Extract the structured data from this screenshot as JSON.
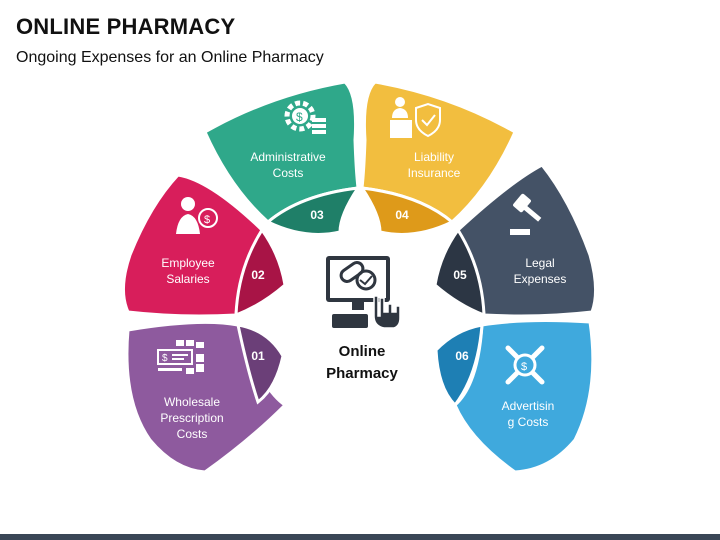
{
  "title": "ONLINE PHARMACY",
  "subtitle": "Ongoing Expenses for an Online Pharmacy",
  "center": {
    "line1": "Online",
    "line2": "Pharmacy",
    "icon": "computer-pills-icon"
  },
  "segments": [
    {
      "number": "01",
      "lines": [
        "Wholesale",
        "Prescription",
        "Costs"
      ],
      "color": "#8E5A9E",
      "dark": "#6B3F78",
      "icon": "checks-cash-icon"
    },
    {
      "number": "02",
      "lines": [
        "Employee",
        "Salaries"
      ],
      "color": "#D81E5B",
      "dark": "#A81446",
      "icon": "employee-salary-icon"
    },
    {
      "number": "03",
      "lines": [
        "Administrative",
        "Costs"
      ],
      "color": "#2FA88A",
      "dark": "#1F7F68",
      "icon": "gear-coins-icon"
    },
    {
      "number": "04",
      "lines": [
        "Liability",
        "Insurance"
      ],
      "color": "#F2BE3F",
      "dark": "#DE9A1A",
      "icon": "insurance-shield-icon"
    },
    {
      "number": "05",
      "lines": [
        "Legal",
        "Expenses"
      ],
      "color": "#445266",
      "dark": "#2C3644",
      "icon": "gavel-icon"
    },
    {
      "number": "06",
      "lines": [
        "Advertisin",
        "g Costs"
      ],
      "color": "#3FA9DD",
      "dark": "#1E7FB4",
      "icon": "megaphone-tools-icon"
    }
  ],
  "footer_color": "#3A4656"
}
